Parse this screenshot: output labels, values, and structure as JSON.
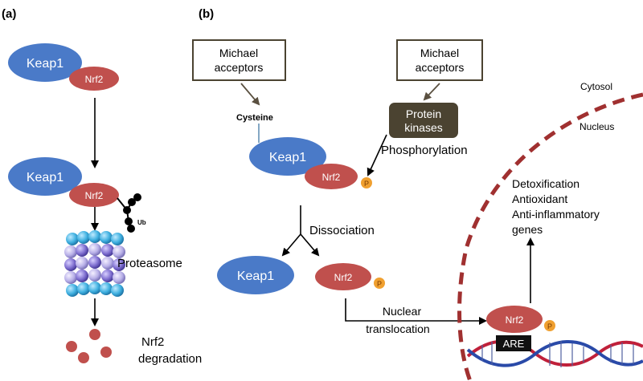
{
  "panels": {
    "a": {
      "label": "(a)",
      "keap1_top": "Keap1",
      "nrf2_top": "Nrf2",
      "keap1_mid": "Keap1",
      "nrf2_mid": "Nrf2",
      "ub_label": "Ub",
      "proteasome_label": "Proteasome",
      "degradation_line1": "Nrf2",
      "degradation_line2": "degradation"
    },
    "b": {
      "label": "(b)",
      "michael_left_line1": "Michael",
      "michael_left_line2": "acceptors",
      "michael_right_line1": "Michael",
      "michael_right_line2": "acceptors",
      "kinase_line1": "Protein",
      "kinase_line2": "kinases",
      "cysteine_label": "Cysteine",
      "keap1_bound": "Keap1",
      "nrf2_bound": "Nrf2",
      "phosphorylation_label": "Phosphorylation",
      "dissociation_label": "Dissociation",
      "keap1_free": "Keap1",
      "nrf2_free": "Nrf2",
      "nuclear_line1": "Nuclear",
      "nuclear_line2": "translocation",
      "nrf2_nucleus": "Nrf2",
      "are_label": "ARE",
      "cytosol_label": "Cytosol",
      "nucleus_label": "Nucleus",
      "genes_line1": "Detoxification",
      "genes_line2": "Antioxidant",
      "genes_line3": "Anti-inflammatory",
      "genes_line4": "genes",
      "p_label": "P"
    }
  },
  "colors": {
    "keap1": "#4a7ac8",
    "nrf2": "#c0504d",
    "phospho": "#f0a030",
    "kinase_box": "#4b4331",
    "michael_border": "#4b4331",
    "nuclear_membrane": "#a03030",
    "dna_red": "#c0203a",
    "dna_blue": "#2a4aa8"
  }
}
